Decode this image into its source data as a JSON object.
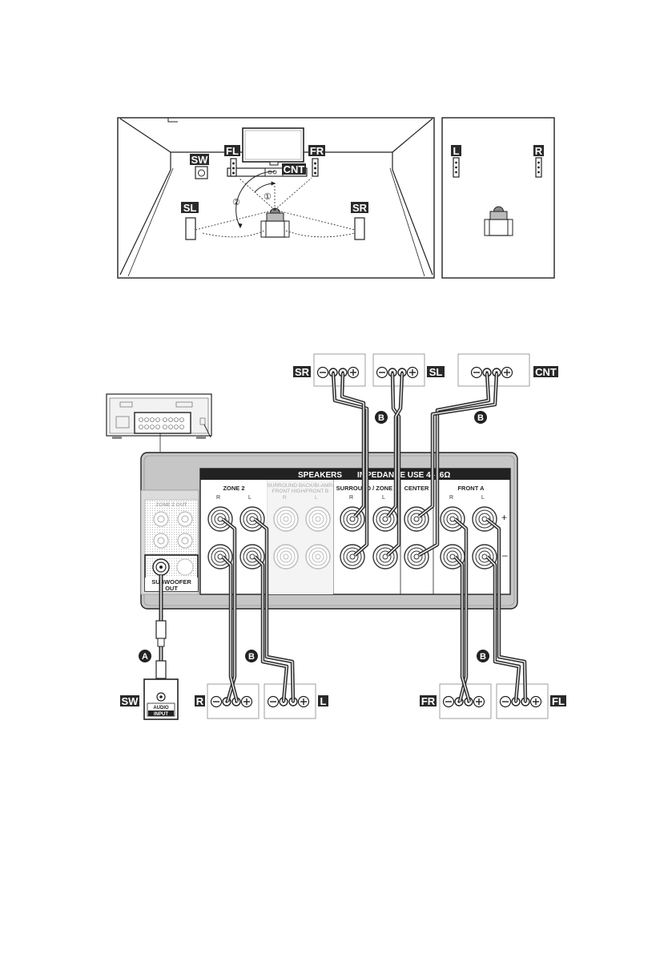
{
  "layout_diagram": {
    "labels": {
      "sw": "SW",
      "fl": "FL",
      "fr": "FR",
      "cnt": "CNT",
      "sl": "SL",
      "sr": "SR",
      "angle1": "①",
      "angle2": "②",
      "l": "L",
      "r": "R"
    }
  },
  "wiring_diagram": {
    "speaker_labels": {
      "sr": "SR",
      "sl": "SL",
      "cnt": "CNT",
      "sw": "SW",
      "zone_r": "R",
      "zone_l": "L",
      "fr": "FR",
      "fl": "FL"
    },
    "cable_labels": {
      "a": "A",
      "b": "B"
    },
    "terminal_panel": {
      "header_left": "SPEAKERS",
      "header_right": "IMPEDANCE USE 4–16Ω",
      "zone2": "ZONE 2",
      "surround_back": "SURROUND BACK/BI-AMP/",
      "front_high": "FRONT HIGH/FRONT B",
      "surround": "SURROUND / ZONE 3",
      "center": "CENTER",
      "front_a": "FRONT A",
      "r": "R",
      "l": "L",
      "plus": "+",
      "minus": "–",
      "zone2_out": "ZONE 2 OUT",
      "subwoofer_out_line1": "SUBWOOFER",
      "subwoofer_out_line2": "OUT"
    },
    "sw_input_line1": "AUDIO",
    "sw_input_line2": "INPUT"
  }
}
